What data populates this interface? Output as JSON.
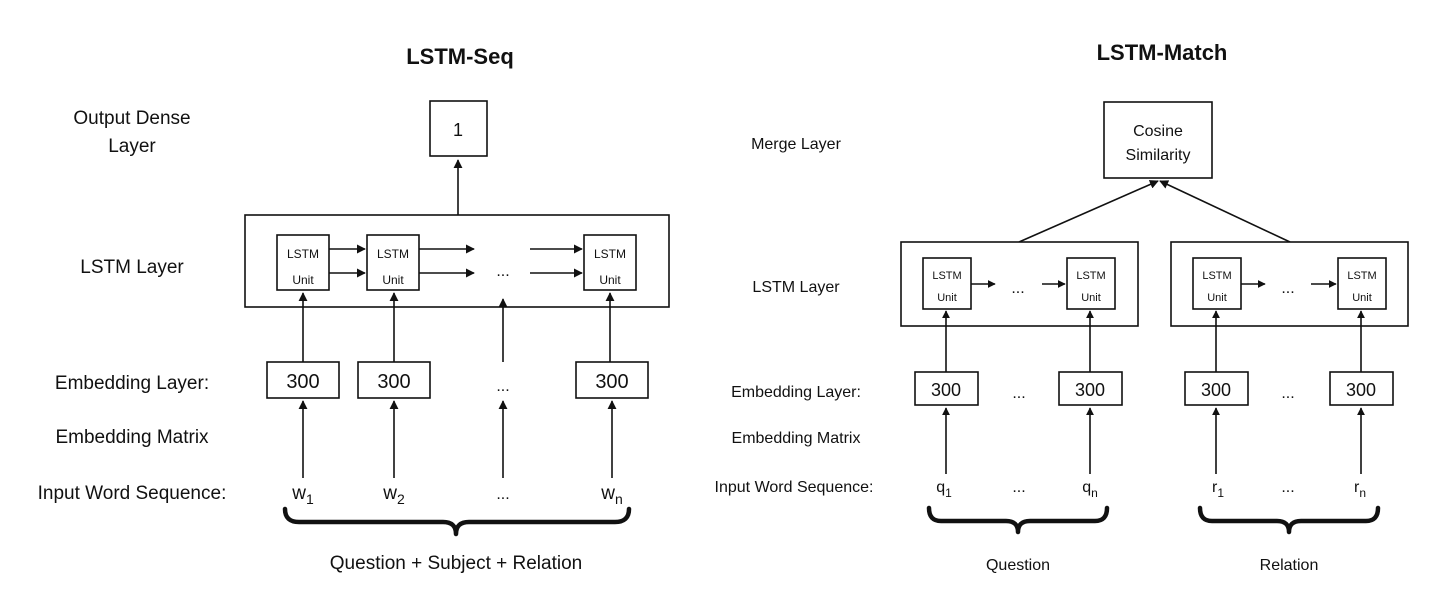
{
  "left": {
    "title": "LSTM-Seq",
    "labels": {
      "output": [
        "Output Dense",
        "Layer"
      ],
      "lstm": "LSTM Layer",
      "embedding_layer": "Embedding Layer:",
      "embedding_matrix": "Embedding Matrix",
      "input": "Input Word Sequence:"
    },
    "output_value": "1",
    "lstm_unit": [
      "LSTM",
      "Unit"
    ],
    "ellipsis": "...",
    "embedding_value": "300",
    "words": [
      {
        "base": "w",
        "sub": "1"
      },
      {
        "base": "w",
        "sub": "2"
      },
      {
        "base": "w",
        "sub": "n"
      }
    ],
    "brace_label": "Question + Subject + Relation"
  },
  "right": {
    "title": "LSTM-Match",
    "labels": {
      "merge": "Merge Layer",
      "lstm": "LSTM Layer",
      "embedding_layer": "Embedding Layer:",
      "embedding_matrix": "Embedding Matrix",
      "input": "Input Word Sequence:"
    },
    "merge_box": [
      "Cosine",
      "Similarity"
    ],
    "lstm_unit": [
      "LSTM",
      "Unit"
    ],
    "ellipsis": "...",
    "embedding_value": "300",
    "question_words": [
      {
        "base": "q",
        "sub": "1"
      },
      {
        "base": "q",
        "sub": "n"
      }
    ],
    "relation_words": [
      {
        "base": "r",
        "sub": "1"
      },
      {
        "base": "r",
        "sub": "n"
      }
    ],
    "brace_labels": {
      "question": "Question",
      "relation": "Relation"
    }
  }
}
